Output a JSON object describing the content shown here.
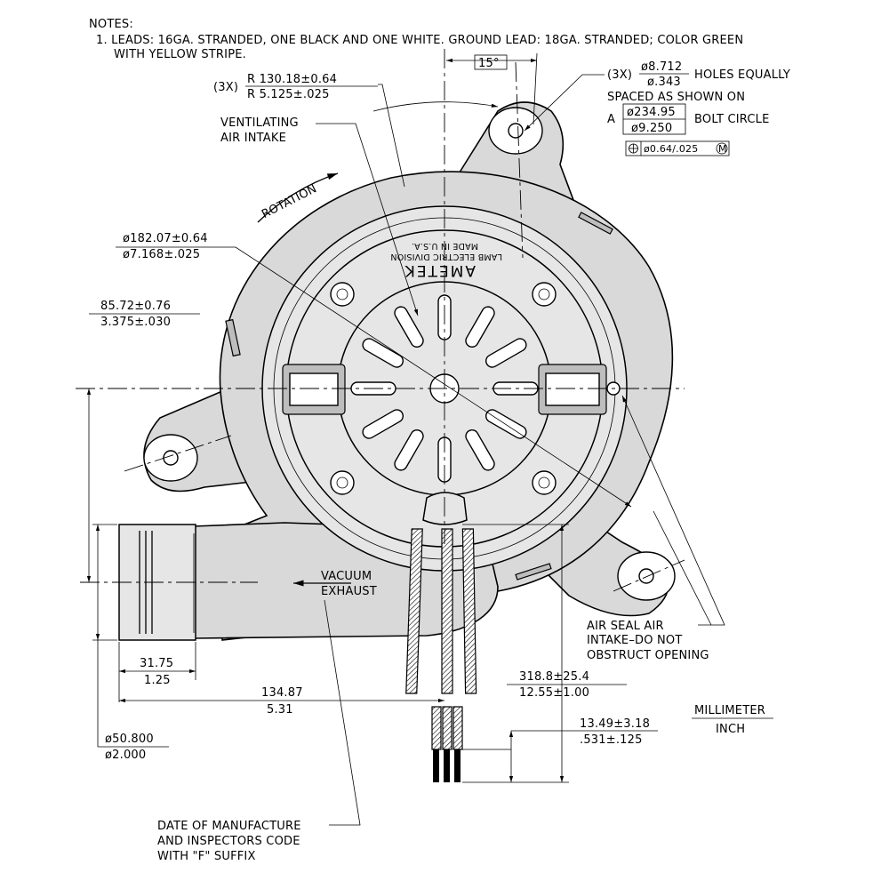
{
  "notes": {
    "title": "NOTES:",
    "line1": "1. LEADS: 16GA. STRANDED, ONE BLACK AND ONE WHITE. GROUND LEAD: 18GA. STRANDED; COLOR GREEN",
    "line2": "WITH YELLOW STRIPE."
  },
  "callouts": {
    "radius_count": "(3X)",
    "radius_mm": "R 130.18±0.64",
    "radius_in": "R 5.125±.025",
    "angle": "15°",
    "holes_count": "(3X)",
    "hole_mm": "ø8.712",
    "hole_in": "ø.343",
    "holes_text1": "HOLES EQUALLY",
    "holes_text2": "SPACED AS SHOWN ON",
    "bolt_prefix": "A",
    "bolt_mm": "ø234.95",
    "bolt_in": "ø9.250",
    "bolt_suffix": "BOLT CIRCLE",
    "tolerance_frame": "ø0.64/.025",
    "tolerance_modifier": "M",
    "ventilating1": "VENTILATING",
    "ventilating2": "AIR INTAKE",
    "rotation": "ROTATION",
    "dia_mm": "ø182.07±0.64",
    "dia_in": "ø7.168±.025",
    "height_mm": "85.72±0.76",
    "height_in": "3.375±.030",
    "vacuum1": "VACUUM",
    "vacuum2": "EXHAUST",
    "air_seal1": "AIR SEAL AIR",
    "air_seal2": "INTAKE–DO NOT",
    "air_seal3": "OBSTRUCT OPENING",
    "width_mm": "31.75",
    "width_in": "1.25",
    "length_mm": "134.87",
    "length_in": "5.31",
    "lead_mm": "318.8±25.4",
    "lead_in": "12.55±1.00",
    "strip_mm": "13.49±3.18",
    "strip_in": ".531±.125",
    "exhaust_dia_mm": "ø50.800",
    "exhaust_dia_in": "ø2.000",
    "units_top": "MILLIMETER",
    "units_bottom": "INCH",
    "date1": "DATE OF MANUFACTURE",
    "date2": "AND INSPECTORS CODE",
    "date3": "WITH \"F\" SUFFIX"
  },
  "stamp": {
    "brand": "AMETEK",
    "division": "LAMB ELECTRIC DIVISION",
    "origin": "MADE IN U.S.A."
  }
}
